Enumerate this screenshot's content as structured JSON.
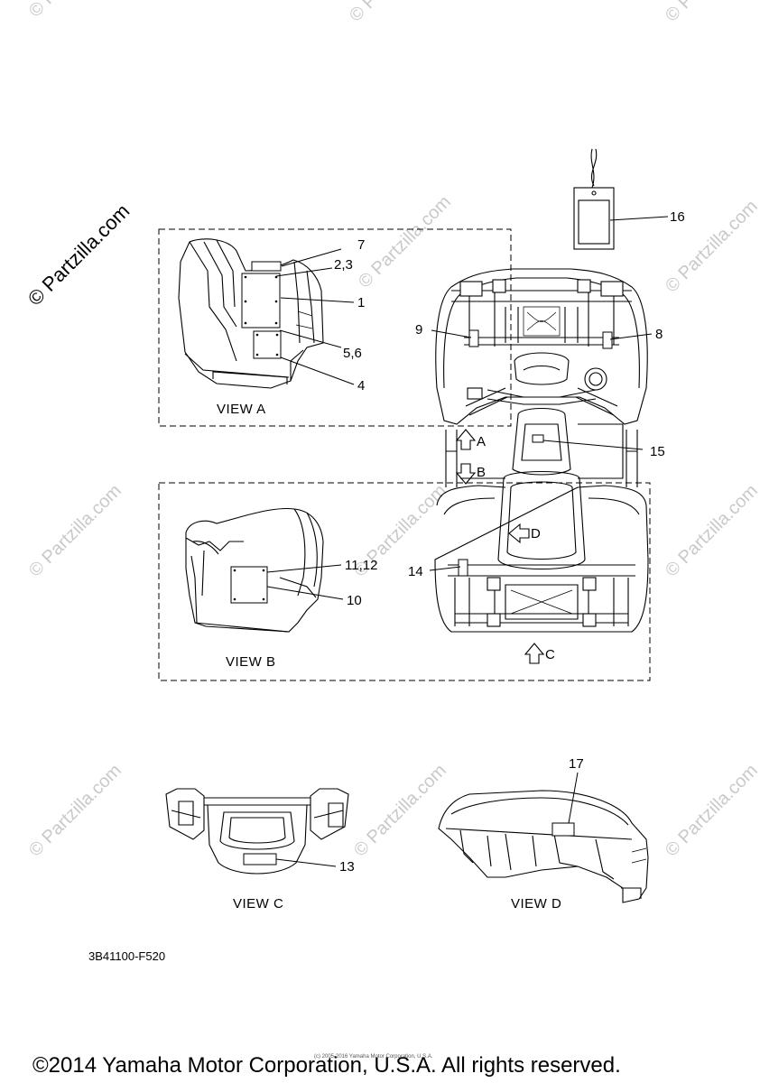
{
  "watermark": {
    "main_text": "© Partzilla.com",
    "repeat_text": "© Partzilla.com"
  },
  "views": {
    "a": "VIEW A",
    "b": "VIEW B",
    "c": "VIEW C",
    "d": "VIEW D"
  },
  "callouts": {
    "c7": "7",
    "c23": "2,3",
    "c1": "1",
    "c56": "5,6",
    "c4": "4",
    "c16": "16",
    "c9": "9",
    "c8": "8",
    "c15": "15",
    "c1112": "11,12",
    "c10": "10",
    "c14": "14",
    "c13": "13",
    "c17": "17"
  },
  "arrows": {
    "a": "A",
    "b": "B",
    "c": "C",
    "d": "D"
  },
  "part_code": "3B41100-F520",
  "tiny_copyright": "(c) 2005-2016 Yamaha Motor Corporation, U.S.A.",
  "footer": "©2014 Yamaha Motor Corporation, U.S.A. All rights reserved."
}
